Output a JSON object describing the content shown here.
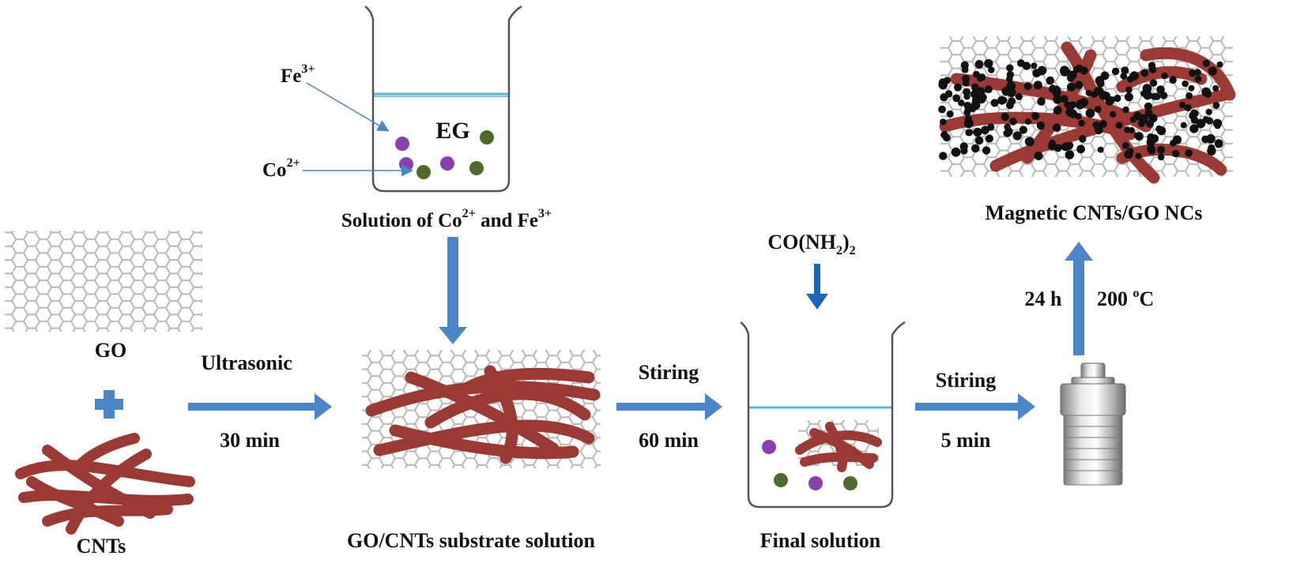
{
  "labels": {
    "go": "GO",
    "plus": "+",
    "cnts": "CNTs",
    "fe": "Fe",
    "fe_charge": "3+",
    "co": "Co",
    "co_charge": "2+",
    "eg": "EG",
    "solution_prefix": "Solution of Co",
    "solution_co_charge": "2+",
    "solution_mid": " and Fe",
    "solution_fe_charge": "3+",
    "urea_prefix": "CO(NH",
    "urea_sub": "2",
    "urea_suffix": ")",
    "urea_sub2": "2",
    "substrate": "GO/CNTs substrate solution",
    "final": "Final solution",
    "product": "Magnetic CNTs/GO NCs"
  },
  "steps": [
    {
      "action": "Ultrasonic",
      "time": "30 min"
    },
    {
      "action": "Stiring",
      "time": "60 min"
    },
    {
      "action": "Stiring",
      "time": "5 min"
    }
  ],
  "autoclave_step": {
    "time": "24 h",
    "temp_value": "200 ",
    "temp_deg": "o",
    "temp_unit": "C"
  },
  "colors": {
    "arrow": "#4a86c8",
    "cnt": "#9b3a34",
    "fe_ion": "#8a3fb0",
    "co_ion": "#4e6b2a",
    "nanoparticle": "#111111",
    "liquid_line": "#58b6d0",
    "hex_line": "#b8b8b8"
  }
}
